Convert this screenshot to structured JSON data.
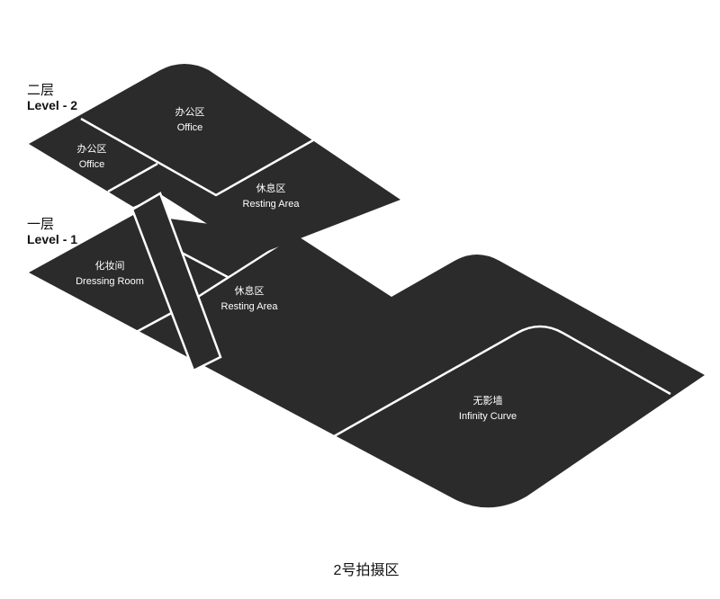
{
  "levels": [
    {
      "name_cn": "二层",
      "name_en": "Level - 2"
    },
    {
      "name_cn": "一层",
      "name_en": "Level - 1"
    }
  ],
  "rooms": {
    "office_main": {
      "cn": "办公区",
      "en": "Office"
    },
    "office_small": {
      "cn": "办公区",
      "en": "Office"
    },
    "resting_l2": {
      "cn": "休息区",
      "en": "Resting Area"
    },
    "dressing": {
      "cn": "化妆间",
      "en": "Dressing Room"
    },
    "resting_l1": {
      "cn": "休息区",
      "en": "Resting Area"
    },
    "infinity": {
      "cn": "无影墙",
      "en": "Infinity Curve"
    }
  },
  "caption": "2号拍摄区",
  "colors": {
    "floor": "#2b2b2b",
    "line": "#ffffff"
  }
}
